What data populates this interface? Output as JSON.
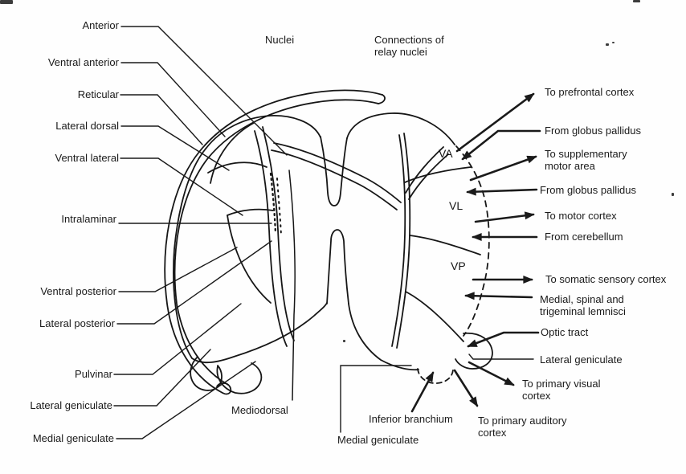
{
  "figure": {
    "headers": {
      "left_column_title": "Nuclei",
      "right_column_title": "Connections of relay nuclei"
    },
    "nucleus_abbreviations": {
      "va": "VA",
      "vl": "VL",
      "vp": "VP"
    },
    "left_labels": [
      "Anterior",
      "Ventral anterior",
      "Reticular",
      "Lateral dorsal",
      "Ventral lateral",
      "Intralaminar",
      "Ventral posterior",
      "Lateral posterior",
      "Pulvinar",
      "Lateral geniculate",
      "Medial geniculate"
    ],
    "bottom_labels": [
      "Mediodorsal",
      "Inferior branchium",
      "Medial geniculate"
    ],
    "right_labels": [
      "To prefrontal cortex",
      "From globus pallidus",
      "To supplementary motor area",
      "From globus pallidus",
      "To motor cortex",
      "From cerebellum",
      "To somatic sensory cortex",
      "Medial, spinal and trigeminal lemnisci",
      "Optic tract",
      "Lateral geniculate",
      "To primary visual cortex",
      "To primary auditory cortex"
    ],
    "colors": {
      "ink": "#1a1a1a",
      "paper": "#fefefe"
    }
  }
}
